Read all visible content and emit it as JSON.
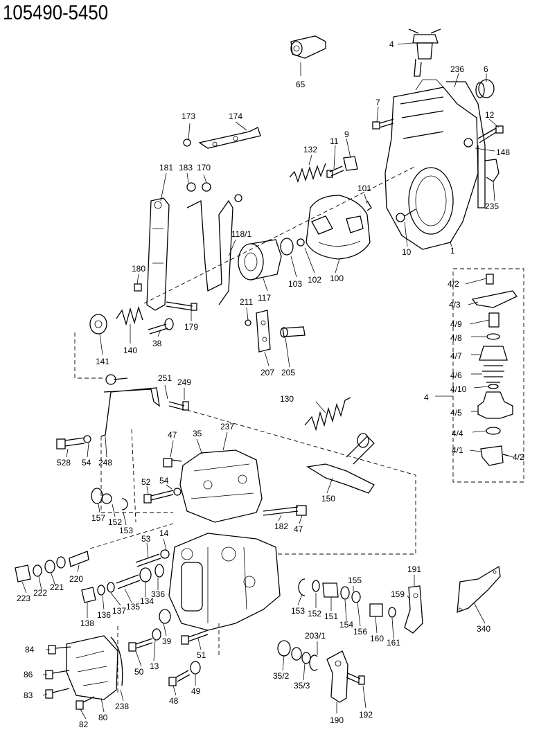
{
  "title": "105490-5450",
  "labels": {
    "l4": "4",
    "l65": "65",
    "l236": "236",
    "l6": "6",
    "l7": "7",
    "l12": "12",
    "l148": "148",
    "l235": "235",
    "l9": "9",
    "l11": "11",
    "l132": "132",
    "l101": "101",
    "l10": "10",
    "l1": "1",
    "l173": "173",
    "l174": "174",
    "l181": "181",
    "l183": "183",
    "l170": "170",
    "l118_1": "118/1",
    "l117": "117",
    "l103": "103",
    "l102": "102",
    "l100": "100",
    "l180": "180",
    "l179": "179",
    "l38": "38",
    "l140": "140",
    "l141": "141",
    "l211": "211",
    "l207": "207",
    "l205": "205",
    "l251": "251",
    "l249": "249",
    "l130": "130",
    "l528": "528",
    "l54a": "54",
    "l248": "248",
    "l47a": "47",
    "l35": "35",
    "l237": "237",
    "l52": "52",
    "l54b": "54",
    "l150": "150",
    "l157": "157",
    "l152a": "152",
    "l153a": "153",
    "l182": "182",
    "l47b": "47",
    "l53": "53",
    "l14": "14",
    "l220": "220",
    "l223": "223",
    "l222": "222",
    "l221": "221",
    "l138": "138",
    "l136": "136",
    "l137": "137",
    "l135": "135",
    "l134": "134",
    "l336": "336",
    "l153b": "153",
    "l152b": "152",
    "l151": "151",
    "l154": "154",
    "l155": "155",
    "l156": "156",
    "l160": "160",
    "l161": "161",
    "l159": "159",
    "l191": "191",
    "l340": "340",
    "l39": "39",
    "l13": "13",
    "l50": "50",
    "l51": "51",
    "l84": "84",
    "l86": "86",
    "l83": "83",
    "l82": "82",
    "l80": "80",
    "l238": "238",
    "l48": "48",
    "l49": "49",
    "l35_2": "35/2",
    "l35_3": "35/3",
    "l203_1": "203/1",
    "l190": "190",
    "l192": "192",
    "s4_2a": "4/2",
    "s4_3": "4/3",
    "s4_9": "4/9",
    "s4_8": "4/8",
    "s4_7": "4/7",
    "s4_6": "4/6",
    "s4_10": "4/10",
    "s4": "4",
    "s4_5": "4/5",
    "s4_4": "4/4",
    "s4_1": "4/1",
    "s4_2b": "4/2"
  }
}
